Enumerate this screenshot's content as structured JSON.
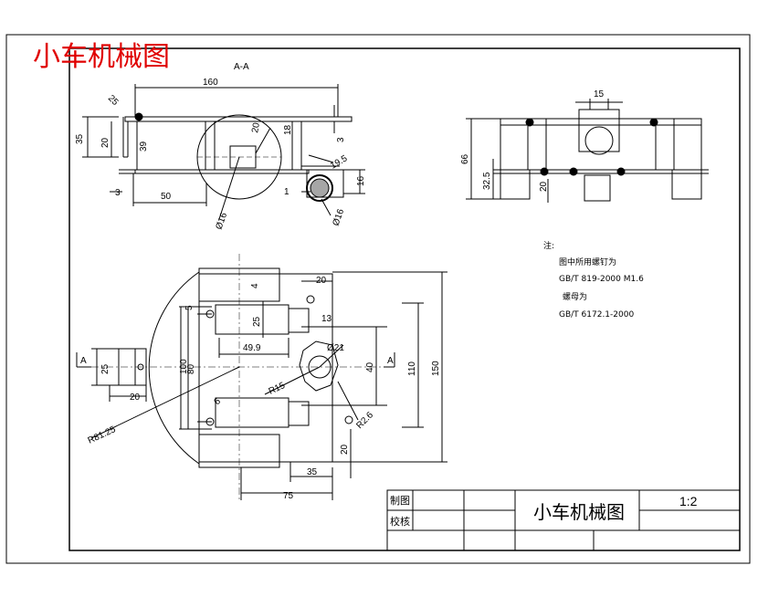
{
  "header": {
    "title": "小车机械图"
  },
  "section_label": "A-A",
  "top_view": {
    "dims": [
      "160",
      "35",
      "20",
      "39",
      "25",
      "18",
      "3",
      "3",
      "50",
      "1",
      "19.5",
      "16",
      "Ø16",
      "Ø16",
      "20"
    ]
  },
  "right_view": {
    "dims": [
      "15",
      "66",
      "32.5",
      "20"
    ]
  },
  "plan_view": {
    "dims": [
      "20",
      "4",
      "25",
      "13",
      "49.9",
      "Ø21",
      "40",
      "110",
      "150",
      "R15",
      "R2.6",
      "25",
      "20",
      "100",
      "80",
      "5",
      "6",
      "R81.25",
      "20",
      "35",
      "75",
      "A",
      "A"
    ]
  },
  "notes": {
    "heading": "注:",
    "line1": "图中所用螺钉为",
    "line2": "GB/T 819-2000  M1.6",
    "line3": "螺母为",
    "line4": "GB/T 6172.1-2000"
  },
  "title_block": {
    "drawn_label": "制图",
    "checked_label": "校核",
    "drawing_name": "小车机械图",
    "scale": "1:2"
  }
}
